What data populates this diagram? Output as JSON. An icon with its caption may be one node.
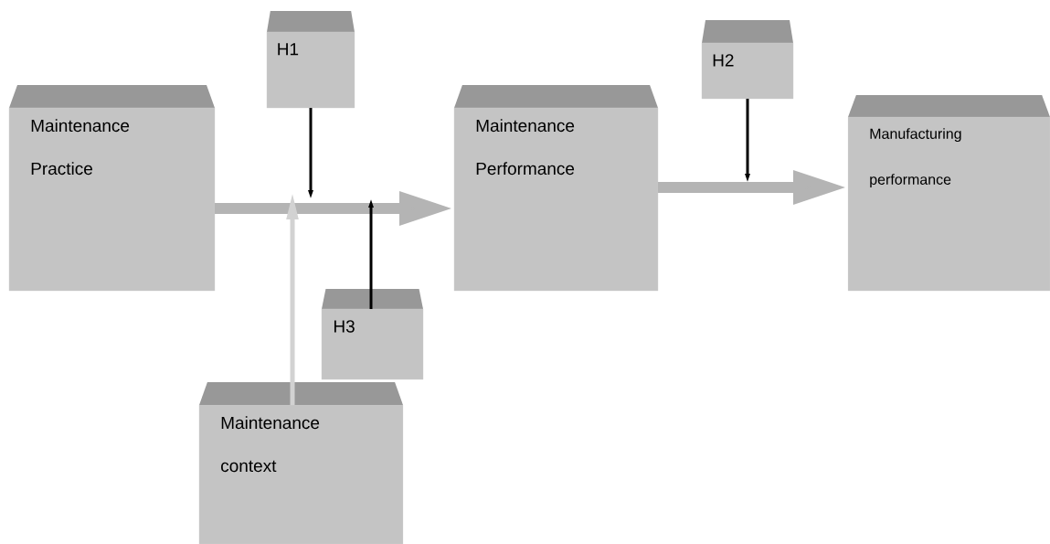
{
  "diagram": {
    "nodes": [
      {
        "text": [
          "Maintenance Practice"
        ]
      },
      {
        "text": [
          "H1"
        ]
      },
      {
        "text": [
          "Maintenance Performance"
        ]
      },
      {
        "text": [
          "H2"
        ]
      },
      {
        "text": [
          "Manufacturing performance"
        ]
      },
      {
        "text": [
          "H3"
        ]
      },
      {
        "text": [
          "Maintenance context"
        ]
      }
    ],
    "edges": [
      {
        "from": 0,
        "to": 2,
        "arrow": "to",
        "style": "thick",
        "color": "#b4b4b4"
      },
      {
        "from": 2,
        "to": 4,
        "arrow": "to",
        "style": "thick",
        "color": "#b4b4b4"
      },
      {
        "from": 1,
        "to": null,
        "arrow": "to",
        "color": "#000000"
      },
      {
        "from": 3,
        "to": null,
        "arrow": "to",
        "color": "#000000"
      },
      {
        "from": 5,
        "to": null,
        "arrow": "to",
        "color": "#000000"
      },
      {
        "from": 6,
        "to": null,
        "arrow": "to",
        "color": "#d2d2d2"
      }
    ]
  }
}
